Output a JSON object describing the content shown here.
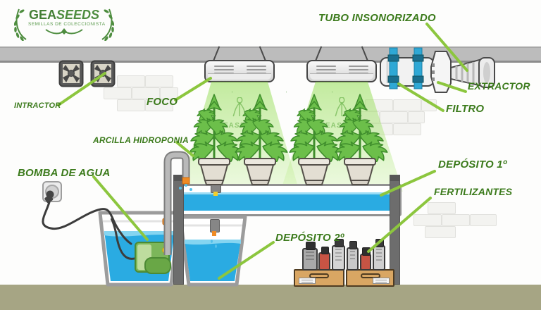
{
  "brand": {
    "name_bold": "GEA",
    "name_italic": "SEEDS",
    "tagline": "SEMILLAS DE COLECCIONISTA"
  },
  "labels": {
    "tubo_insonorizado": "TUBO INSONORIZADO",
    "intractor": "INTRACTOR",
    "foco": "FOCO",
    "arcilla_hidroponia": "ARCILLA HIDROPONIA",
    "bomba_de_agua": "BOMBA DE AGUA",
    "deposito_1": "DEPÓSITO 1º",
    "fertilizantes": "FERTILIZANTES",
    "deposito_2": "DEPÓSITO 2º",
    "extractor": "EXTRACTOR",
    "filtro": "FILTRO"
  },
  "colors": {
    "label_green": "#3b7a1b",
    "pointer_green": "#8cc63e",
    "brand_green": "#4e8d3f",
    "water_blue": "#2aabe2",
    "cone_green": "#bce98f",
    "plant_green": "#6cbf4a",
    "floor_olive": "#a6a584",
    "strap_blue": "#2fa8d5",
    "crate_wood": "#d9a663",
    "bottle_red": "#c75444"
  }
}
